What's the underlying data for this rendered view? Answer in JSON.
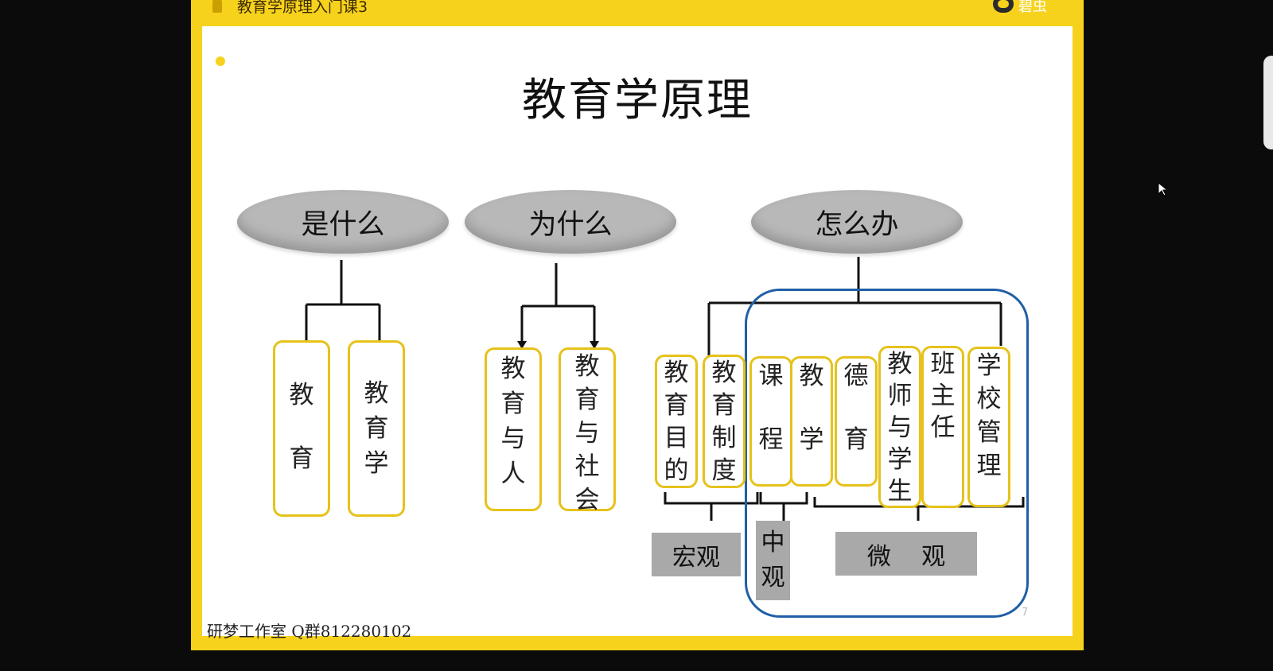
{
  "window": {
    "lesson_title": "教育学原理入门课3",
    "brand_text": "碧虫"
  },
  "slide": {
    "title": "教育学原理",
    "categories": [
      {
        "label": "是什么",
        "items": [
          [
            "教",
            "",
            "育"
          ],
          [
            "教",
            "育",
            "学"
          ]
        ]
      },
      {
        "label": "为什么",
        "items": [
          [
            "教",
            "育",
            "与",
            "人"
          ],
          [
            "教",
            "育",
            "与",
            "社",
            "会"
          ]
        ]
      },
      {
        "label": "怎么办",
        "items": [
          [
            "教",
            "育",
            "目",
            "的"
          ],
          [
            "教",
            "育",
            "制",
            "度"
          ],
          [
            "课",
            "",
            "程"
          ],
          [
            "教",
            "",
            "学"
          ],
          [
            "德",
            "",
            "育"
          ],
          [
            "教",
            "师",
            "与",
            "学",
            "生"
          ],
          [
            "班",
            "主",
            "任"
          ],
          [
            "学",
            "校",
            "管",
            "理"
          ]
        ]
      }
    ],
    "levels": {
      "macro": "宏观",
      "meso": [
        "中",
        "观"
      ],
      "micro": "微    观"
    },
    "colors": {
      "box_border": "#e6c21a",
      "ellipse_fill": "#b8b8b8",
      "level_fill": "#a9a9a9",
      "region_border": "#1f5fa5",
      "frame": "#f7d21c"
    }
  },
  "watermark": "研梦工作室 Q群812280102",
  "page_number": "7"
}
